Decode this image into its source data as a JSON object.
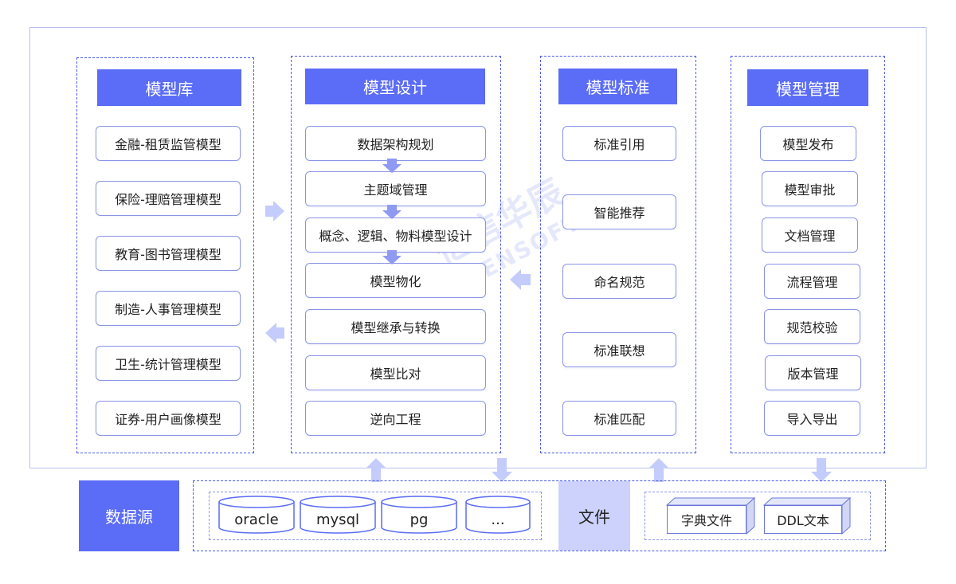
{
  "model_library": {
    "title": "模型库",
    "items": [
      "金融-租赁监管模型",
      "保险-理赔管理模型",
      "教育-图书管理模型",
      "制造-人事管理模型",
      "卫生-统计管理模型",
      "证券-用户画像模型"
    ]
  },
  "model_design": {
    "title": "模型设计",
    "items": [
      "数据架构规划",
      "主题域管理",
      "概念、逻辑、物料模型设计",
      "模型物化",
      "模型继承与转换",
      "模型比对",
      "逆向工程"
    ]
  },
  "model_standard": {
    "title": "模型标准",
    "items": [
      "标准引用",
      "智能推荐",
      "命名规范",
      "标准联想",
      "标准匹配"
    ]
  },
  "model_management": {
    "title": "模型管理",
    "items": [
      "模型发布",
      "模型审批",
      "文档管理",
      "流程管理",
      "规范校验",
      "版本管理",
      "导入导出"
    ]
  },
  "data_source": {
    "label": "数据源",
    "databases": [
      "oracle",
      "mysql",
      "pg",
      "..."
    ],
    "file_label": "文件",
    "files": [
      "字典文件",
      "DDL文本"
    ]
  },
  "watermark": {
    "line1": "亿信华辰",
    "line2": "ESENSOFT"
  },
  "colors": {
    "accent": "#5b6cf6",
    "dashed_border": "#4a5ae8",
    "arrow": "#c4ccfb",
    "file_bg": "#ccd2fb"
  }
}
